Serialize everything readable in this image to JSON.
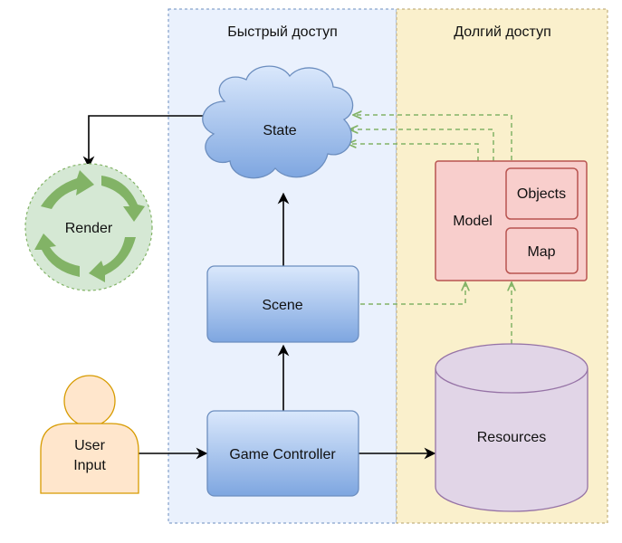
{
  "lanes": {
    "fast_title": "Быстрый доступ",
    "slow_title": "Долгий доступ"
  },
  "nodes": {
    "state": "State",
    "render": "Render",
    "scene": "Scene",
    "game_controller": "Game Controller",
    "user_input_line1": "User",
    "user_input_line2": "Input",
    "model": "Model",
    "objects": "Objects",
    "map": "Map",
    "resources": "Resources"
  },
  "colors": {
    "fast_lane_fill": "#eaf1fd",
    "slow_lane_fill": "#faf0cc",
    "blue_box_top": "#dae8fc",
    "blue_box_bottom": "#7ea6e0",
    "blue_stroke": "#6c8ebf",
    "model_fill": "#f8cecc",
    "model_stroke": "#b85450",
    "render_fill": "#d5e8d4",
    "render_arrow": "#82b366",
    "user_fill": "#ffe6cc",
    "user_stroke": "#d79b00",
    "resources_fill": "#e1d5e7",
    "resources_stroke": "#9673a6",
    "dashed_arrow": "#82b366"
  }
}
